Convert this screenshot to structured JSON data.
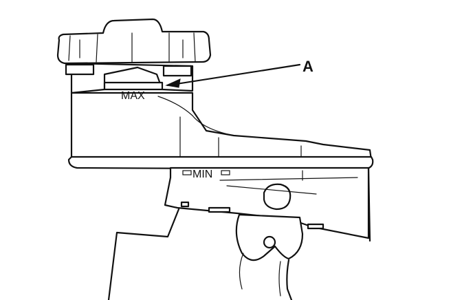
{
  "diagram": {
    "callout_letter": "A",
    "max_mark": "MAX",
    "min_mark": "MIN"
  }
}
